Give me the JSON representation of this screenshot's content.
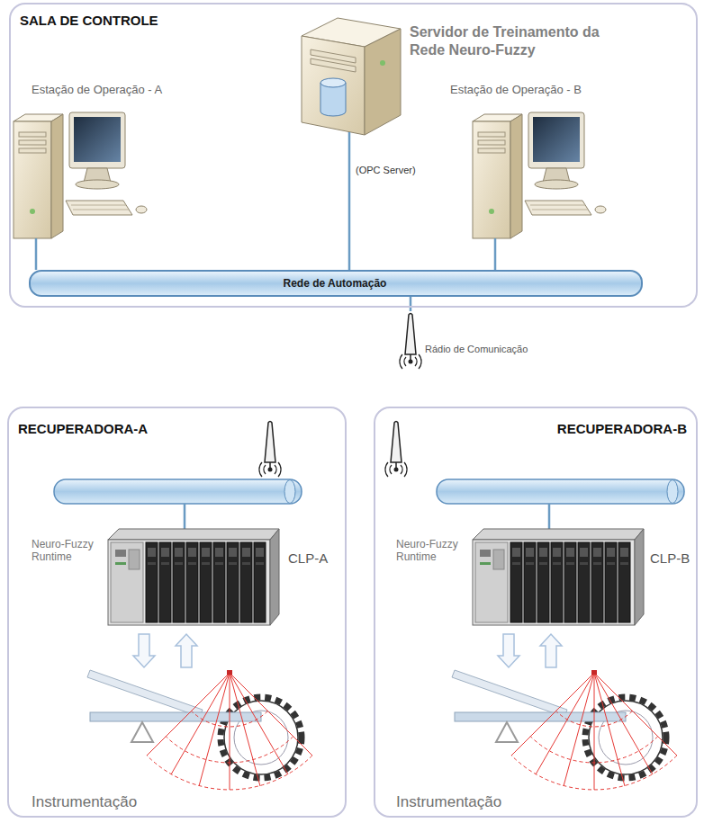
{
  "diagram": {
    "nodes": [
      {
        "text": [
          "SALA DE CONTROLE"
        ]
      },
      {
        "text": [
          "Servidor de Treinamento da Rede Neuro-Fuzzy",
          "(OPC Server)"
        ],
        "in": 0
      },
      {
        "text": [
          "Estação de Operação - A"
        ],
        "in": 0
      },
      {
        "text": [
          "Estação de Operação - B"
        ],
        "in": 0
      },
      {
        "text": [
          "Rede de Automação"
        ],
        "in": 0
      },
      {
        "text": [
          "Rádio de Comunicação"
        ]
      },
      {
        "text": [
          "RECUPERADORA-A"
        ]
      },
      {
        "text": [
          "Neuro-Fuzzy Runtime",
          "CLP-A"
        ],
        "in": 6
      },
      {
        "text": [
          "Instrumentação"
        ],
        "in": 6
      },
      {
        "text": [
          "RECUPERADORA-B"
        ]
      },
      {
        "text": [
          "Neuro-Fuzzy Runtime",
          "CLP-B"
        ],
        "in": 9
      },
      {
        "text": [
          "Instrumentação"
        ],
        "in": 9
      }
    ],
    "edges": [
      {
        "from": 2,
        "to": 4,
        "arrow": "none"
      },
      {
        "from": 1,
        "to": 4,
        "arrow": "none"
      },
      {
        "from": 3,
        "to": 4,
        "arrow": "none"
      },
      {
        "from": 4,
        "to": 5,
        "arrow": "none"
      },
      {
        "from": 7,
        "to": 8,
        "arrow": "to"
      },
      {
        "from": 8,
        "to": 7,
        "arrow": "to"
      },
      {
        "from": 10,
        "to": 11,
        "arrow": "to"
      },
      {
        "from": 11,
        "to": 10,
        "arrow": "to"
      }
    ]
  }
}
